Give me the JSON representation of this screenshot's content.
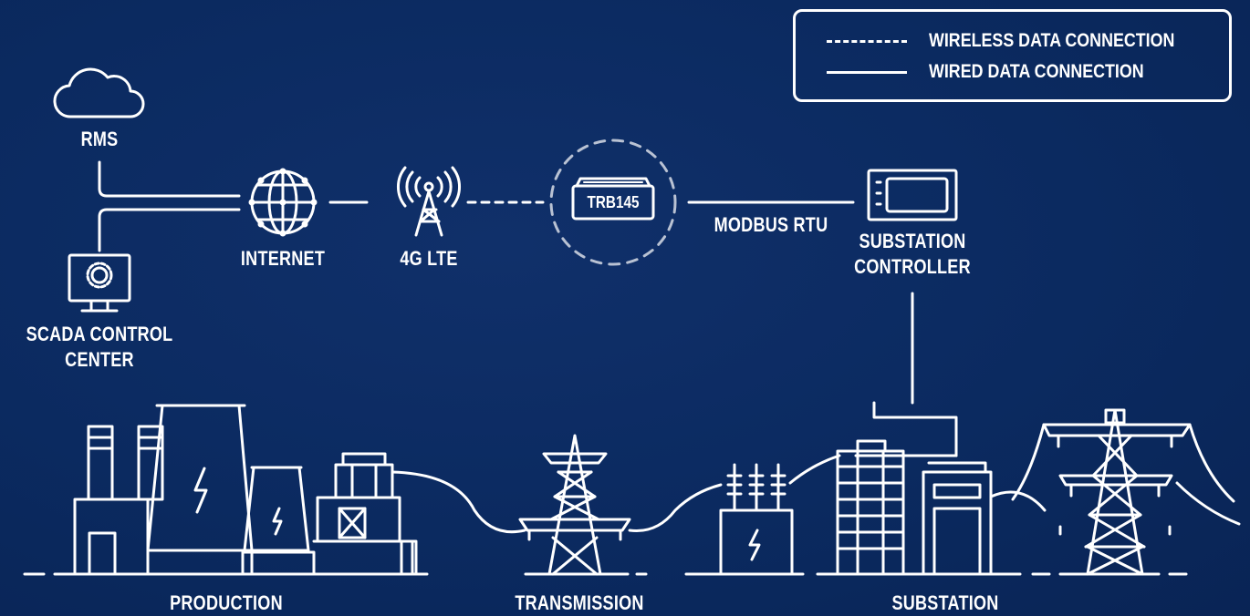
{
  "legend": {
    "wireless_label": "WIRELESS DATA CONNECTION",
    "wired_label": "WIRED DATA CONNECTION"
  },
  "nodes": {
    "rms": "RMS",
    "scada_line1": "SCADA CONTROL",
    "scada_line2": "CENTER",
    "internet": "INTERNET",
    "lte": "4G LTE",
    "device": "TRB145",
    "modbus": "MODBUS RTU",
    "controller_line1": "SUBSTATION",
    "controller_line2": "CONTROLLER"
  },
  "sections": {
    "production": "PRODUCTION",
    "transmission": "TRANSMISSION",
    "substation": "SUBSTATION"
  },
  "icons": [
    "cloud-icon",
    "scada-monitor-icon",
    "globe-icon",
    "cell-tower-icon",
    "router-icon",
    "controller-icon",
    "power-plant-icon",
    "transmission-tower-icon",
    "substation-icon"
  ],
  "colors": {
    "background": "#0b2a60",
    "line": "#ffffff",
    "dashed_circle": "#b9c2d3"
  }
}
